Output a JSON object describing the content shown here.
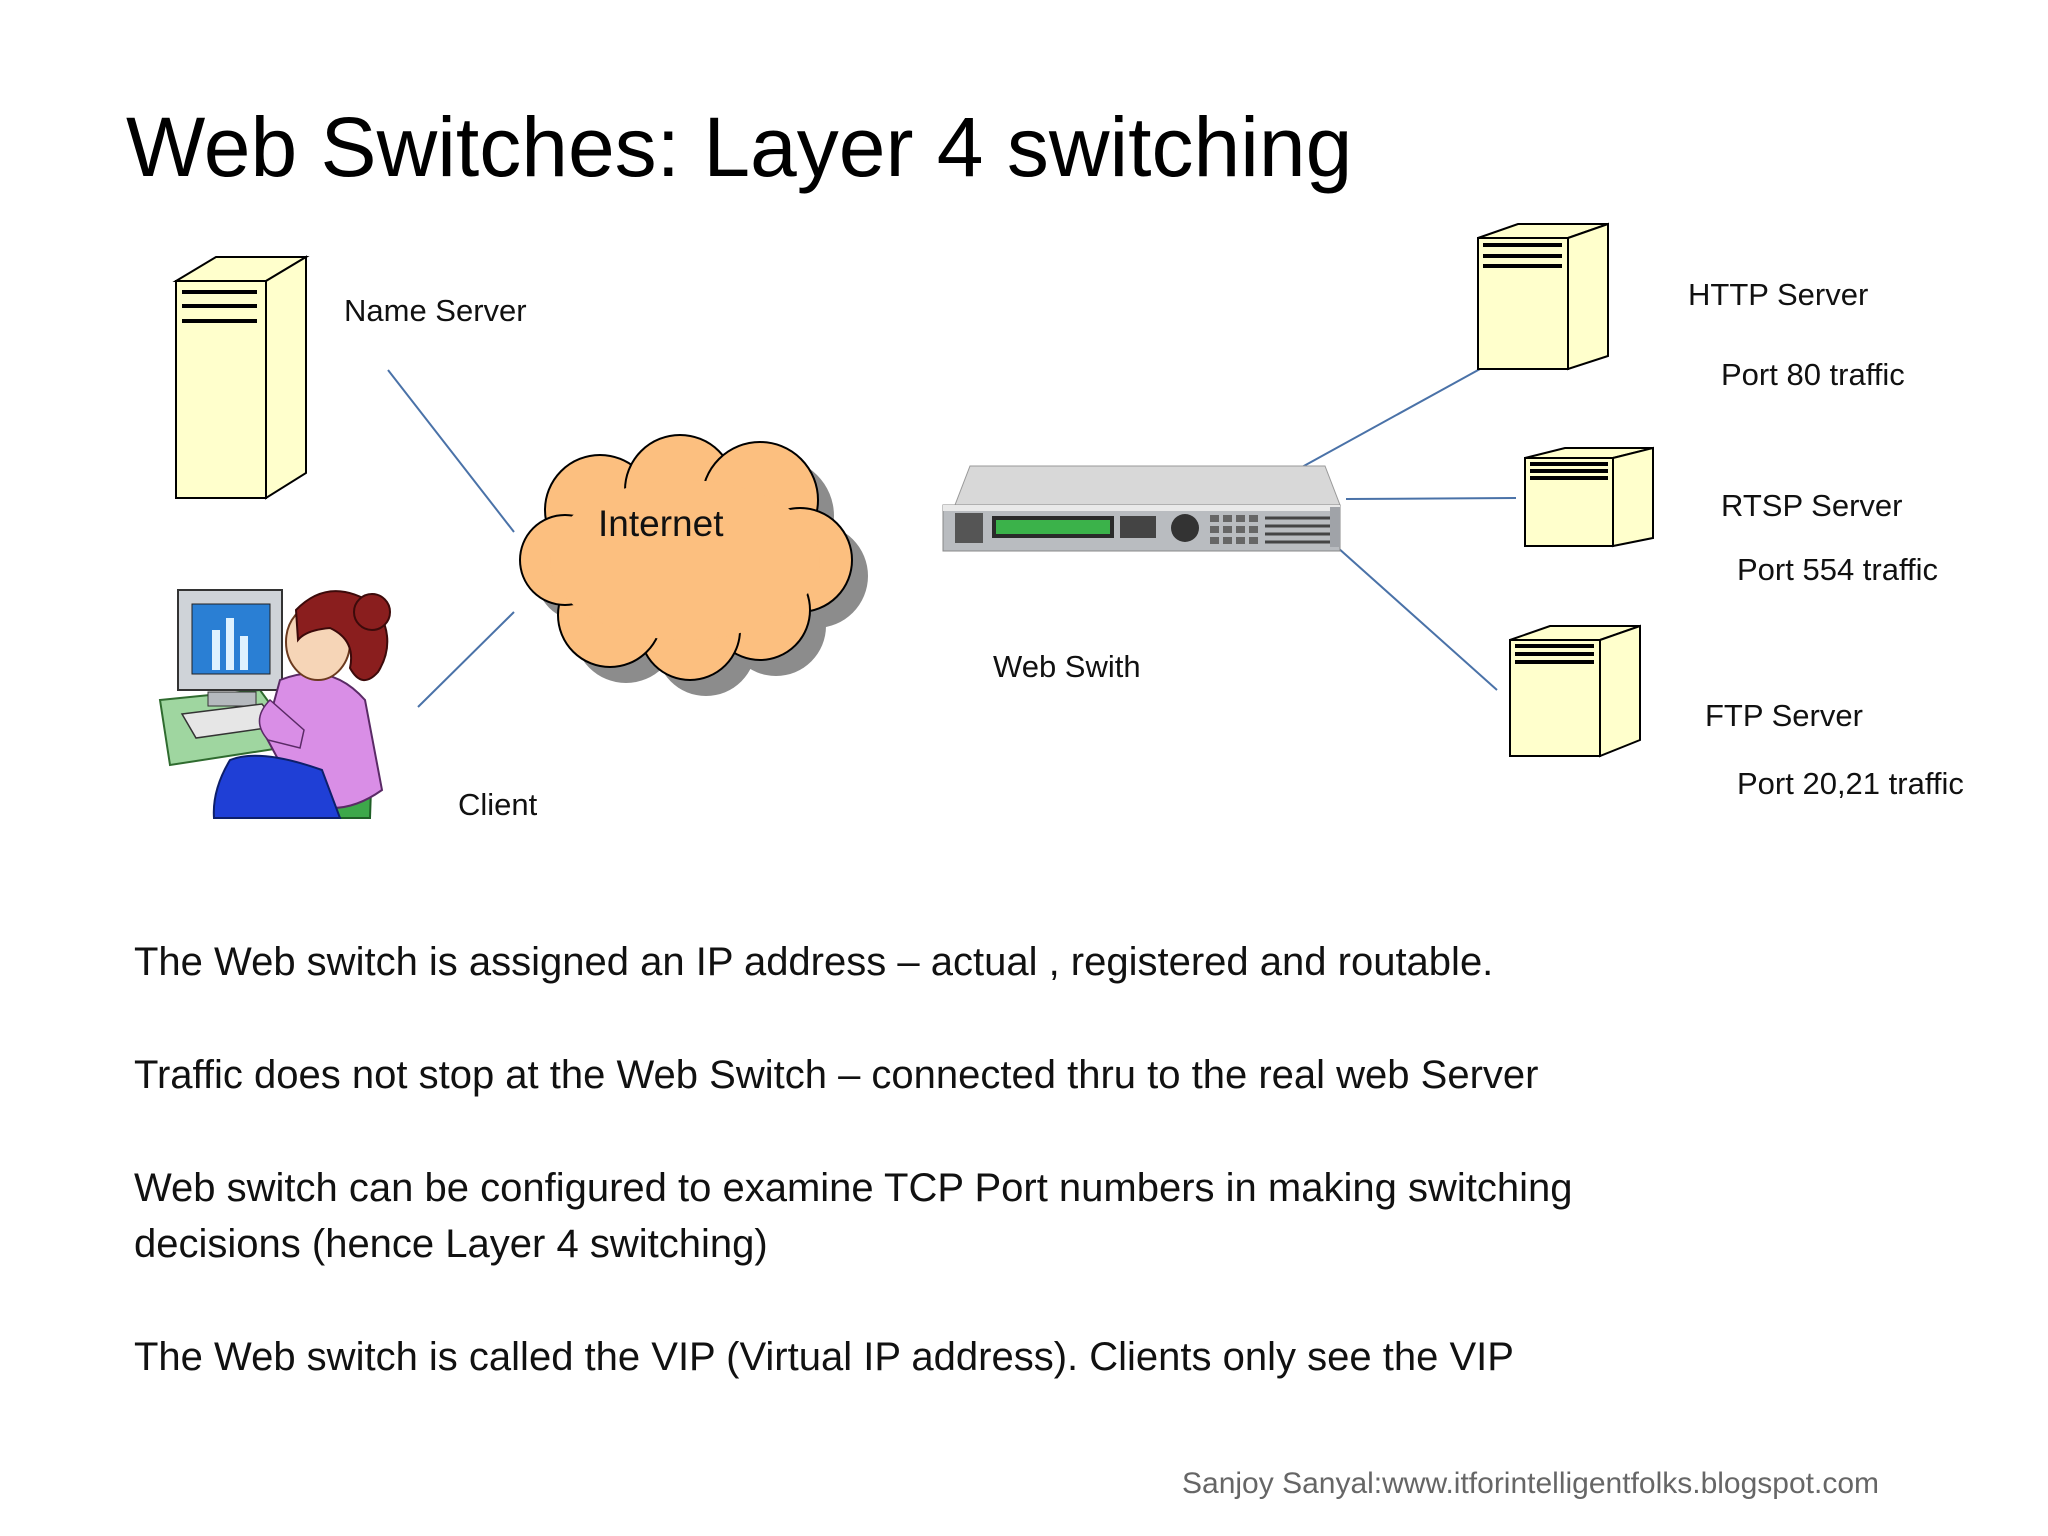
{
  "title": "Web Switches: Layer 4 switching",
  "diagram": {
    "name_server_label": "Name Server",
    "client_label": "Client",
    "internet_label": "Internet",
    "web_switch_label": "Web Swith",
    "http_server_label": "HTTP Server",
    "http_port_label": "Port 80 traffic",
    "rtsp_server_label": "RTSP Server",
    "rtsp_port_label": "Port 554 traffic",
    "ftp_server_label": "FTP Server",
    "ftp_port_label": "Port 20,21 traffic"
  },
  "bullets": [
    "The Web switch is assigned an IP address – actual , registered and routable.",
    "Traffic does not stop at the Web Switch – connected thru to the real web Server",
    "Web switch can be configured to examine TCP Port numbers in  making switching decisions (hence Layer 4 switching)",
    "The Web switch is called the VIP (Virtual IP address). Clients only see the VIP"
  ],
  "footer": "Sanjoy Sanyal:www.itforintelligentfolks.blogspot.com",
  "colors": {
    "server_fill": "#ffffcc",
    "cloud_fill": "#fcbf7f",
    "cloud_shadow": "#8c8c8c",
    "link_line": "#4a72a8"
  },
  "icons": [
    "server-tower-icon",
    "server-box-icon",
    "cloud-icon",
    "web-switch-device-icon",
    "client-user-icon"
  ]
}
